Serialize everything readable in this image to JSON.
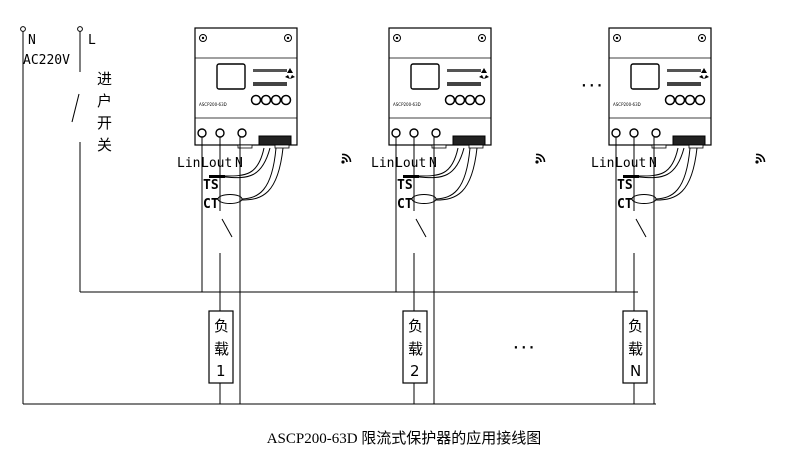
{
  "supply": {
    "n_label": "N",
    "l_label": "L",
    "voltage": "AC220V",
    "switch_label": [
      "进",
      "户",
      "开",
      "关"
    ]
  },
  "devices": [
    {
      "model": "ASCP200-63D",
      "terminals": [
        "Lin",
        "Lout",
        "N"
      ]
    },
    {
      "model": "ASCP200-63D",
      "terminals": [
        "Lin",
        "Lout",
        "N"
      ]
    },
    {
      "model": "ASCP200-63D",
      "terminals": [
        "Lin",
        "Lout",
        "N"
      ]
    }
  ],
  "device_ellipsis": "···",
  "wire_labels": {
    "ts": "TS",
    "ct": "CT"
  },
  "loads": [
    {
      "chars": [
        "负",
        "载",
        "1"
      ]
    },
    {
      "chars": [
        "负",
        "载",
        "2"
      ]
    },
    {
      "chars": [
        "负",
        "载",
        "N"
      ]
    }
  ],
  "load_ellipsis": "···",
  "caption": "ASCP200-63D 限流式保护器的应用接线图"
}
